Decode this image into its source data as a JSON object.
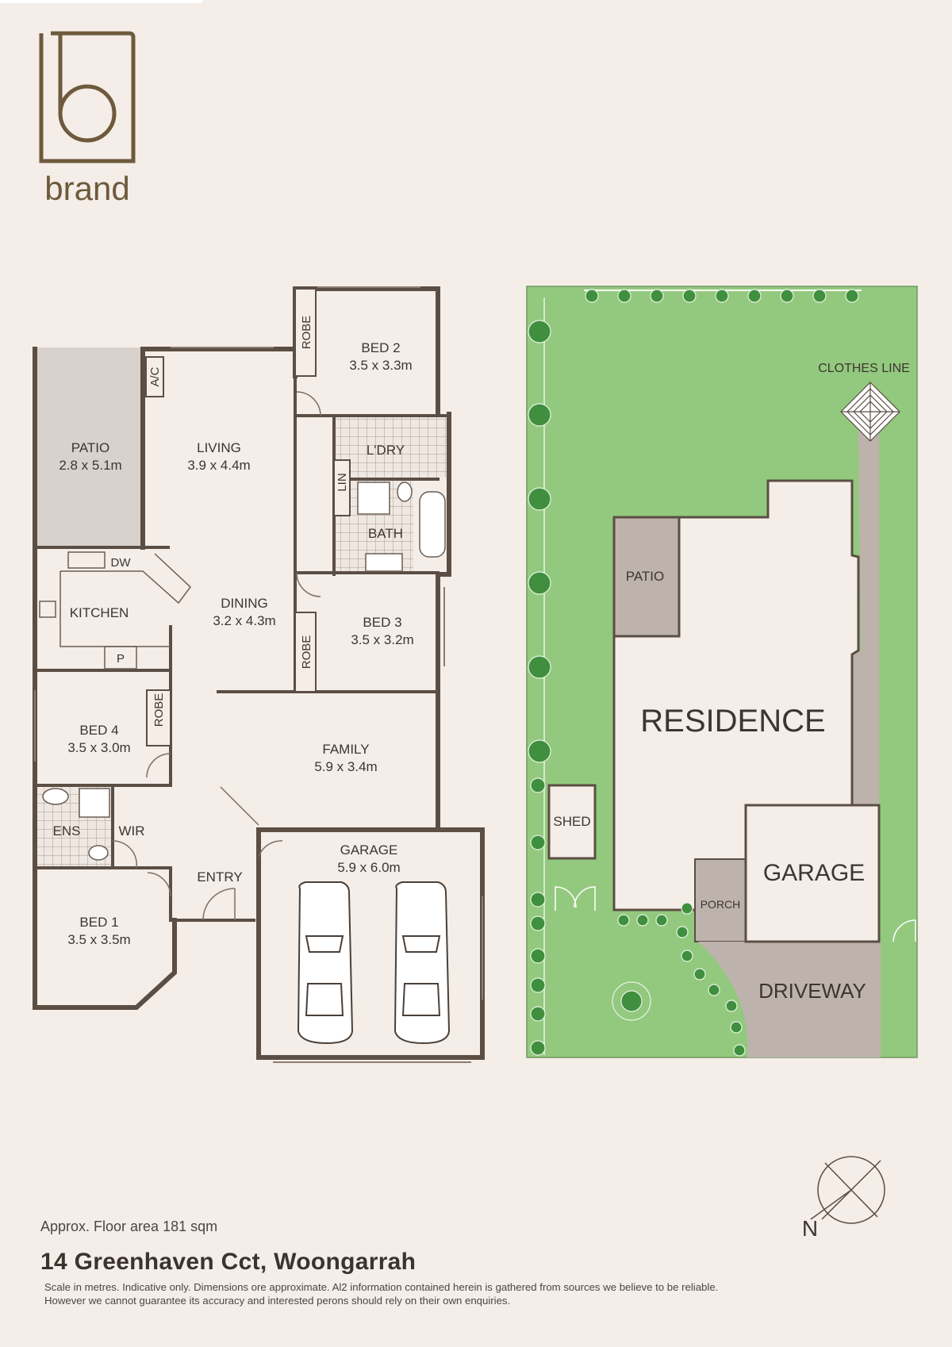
{
  "brand": {
    "name": "brand",
    "color": "#6e5a3c"
  },
  "colors": {
    "background": "#f4ede8",
    "lawn": "#93c97e",
    "paving": "#bdb3ac",
    "wall": "#5b4e44",
    "patio_fill": "#d8d1cc"
  },
  "floor_plan": {
    "rooms": [
      {
        "id": "bed2",
        "name": "BED 2",
        "dims": "3.5 x 3.3m"
      },
      {
        "id": "patio",
        "name": "PATIO",
        "dims": "2.8 x 5.1m"
      },
      {
        "id": "living",
        "name": "LIVING",
        "dims": "3.9 x 4.4m"
      },
      {
        "id": "laundry",
        "name": "L'DRY",
        "dims": ""
      },
      {
        "id": "bath",
        "name": "BATH",
        "dims": ""
      },
      {
        "id": "kitchen",
        "name": "KITCHEN",
        "dims": ""
      },
      {
        "id": "dining",
        "name": "DINING",
        "dims": "3.2 x 4.3m"
      },
      {
        "id": "bed3",
        "name": "BED 3",
        "dims": "3.5 x 3.2m"
      },
      {
        "id": "bed4",
        "name": "BED 4",
        "dims": "3.5 x 3.0m"
      },
      {
        "id": "family",
        "name": "FAMILY",
        "dims": "5.9 x 3.4m"
      },
      {
        "id": "ens",
        "name": "ENS",
        "dims": ""
      },
      {
        "id": "wir",
        "name": "WIR",
        "dims": ""
      },
      {
        "id": "garage",
        "name": "GARAGE",
        "dims": "5.9 x 6.0m"
      },
      {
        "id": "entry",
        "name": "ENTRY",
        "dims": ""
      },
      {
        "id": "bed1",
        "name": "BED 1",
        "dims": "3.5 x 3.5m"
      }
    ],
    "small_labels": {
      "robe": "ROBE",
      "ac": "A/C",
      "lin": "LIN",
      "dw": "DW",
      "pantry": "P"
    }
  },
  "site_plan": {
    "labels": {
      "clothes_line": "CLOTHES LINE",
      "patio": "PATIO",
      "residence": "RESIDENCE",
      "shed": "SHED",
      "garage": "GARAGE",
      "porch": "PORCH",
      "driveway": "DRIVEWAY"
    }
  },
  "compass": {
    "label": "N"
  },
  "footer": {
    "floor_area": "Approx. Floor area 181 sqm",
    "address": "14 Greenhaven Cct, Woongarrah",
    "disclaimer": "Scale in metres. Indicative only. Dimensions ore approximate. Al2 information contained herein is gathered from sources we believe to be reliable. However we cannot guarantee its accuracy and interested perons should rely on their own enquiries."
  }
}
